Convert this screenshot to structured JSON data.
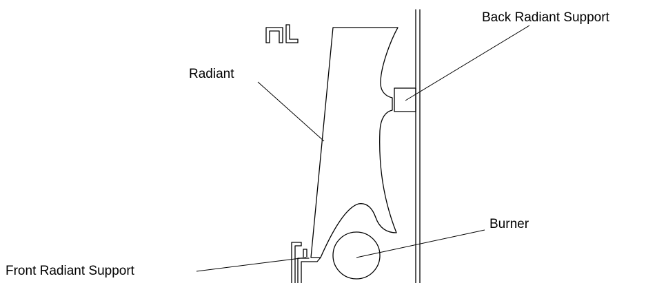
{
  "labels": {
    "back_radiant_support": "Back Radiant Support",
    "radiant": "Radiant",
    "burner": "Burner",
    "front_radiant_support": "Front Radiant Support"
  }
}
